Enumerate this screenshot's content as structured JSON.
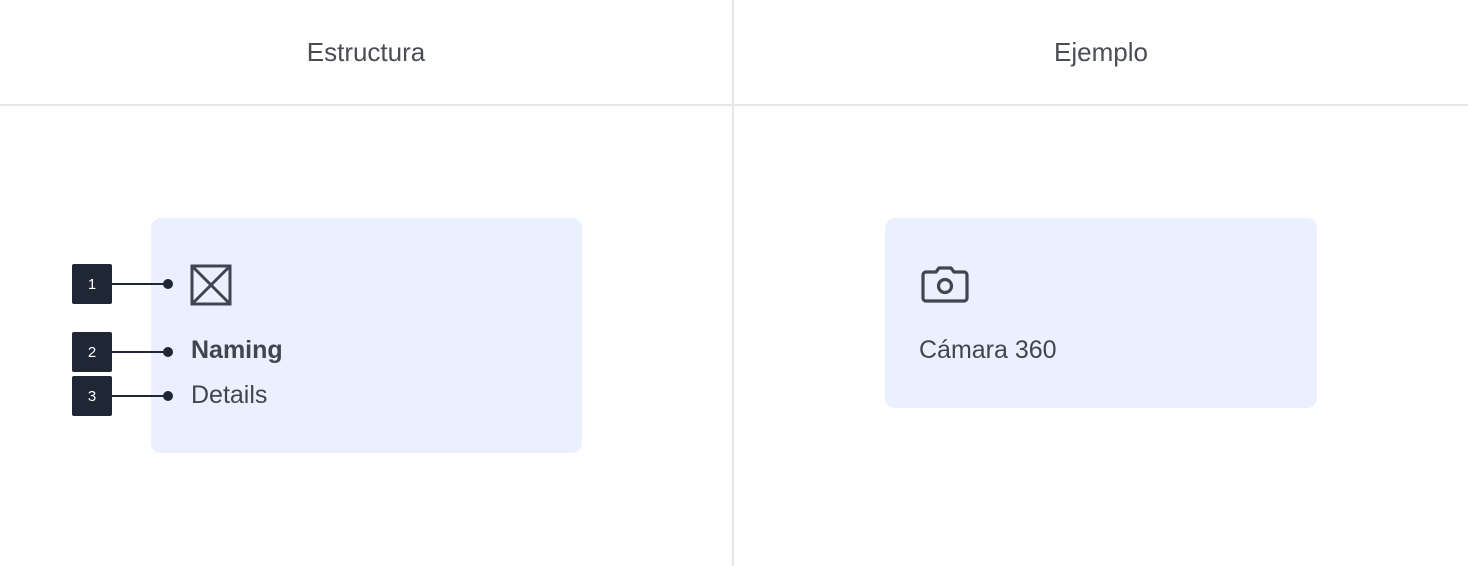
{
  "headers": {
    "structure": "Estructura",
    "example": "Ejemplo"
  },
  "structure": {
    "icon": "placeholder-image-icon",
    "naming": "Naming",
    "details": "Details",
    "markers": [
      "1",
      "2",
      "3"
    ]
  },
  "example": {
    "icon": "camera-icon",
    "label": "Cámara 360"
  },
  "colors": {
    "card_background": "#eaf0fd",
    "marker_background": "#1e2733",
    "text": "#3f4652",
    "divider": "#e6e7ea"
  }
}
